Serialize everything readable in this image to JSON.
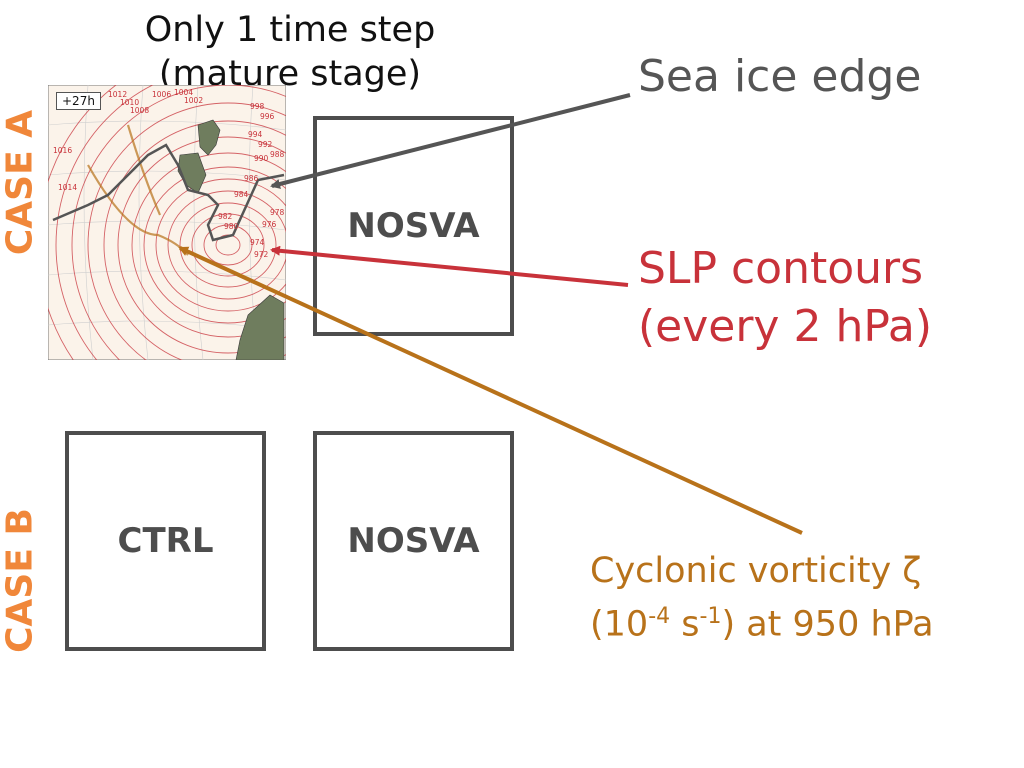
{
  "title": {
    "line1": "Only 1 time step",
    "line2": "(mature stage)"
  },
  "cases": {
    "a": "CASE A",
    "b": "CASE B"
  },
  "panels": {
    "a_right": "NOSVA",
    "b_left": "CTRL",
    "b_right": "NOSVA"
  },
  "map": {
    "time_badge": "+27h",
    "isobar_labels": [
      "1012",
      "1010",
      "1008",
      "1006",
      "1004",
      "1002",
      "1016",
      "1014",
      "998",
      "996",
      "994",
      "992",
      "990",
      "988",
      "986",
      "984",
      "982",
      "980",
      "978",
      "976",
      "974",
      "972"
    ]
  },
  "annotations": {
    "sea_ice": "Sea ice edge",
    "slp_line1": "SLP contours",
    "slp_line2": "(every 2 hPa)",
    "vort_line1": "Cyclonic vorticity ζ",
    "vort_pre": "(10",
    "vort_exp1": "-4",
    "vort_mid": " s",
    "vort_exp2": "-1",
    "vort_post": ") at 950 hPa"
  },
  "colors": {
    "sea_ice": "#555555",
    "slp": "#c8323a",
    "vorticity": "#b8721a",
    "case": "#f0873a",
    "box": "#4d4d4d"
  }
}
